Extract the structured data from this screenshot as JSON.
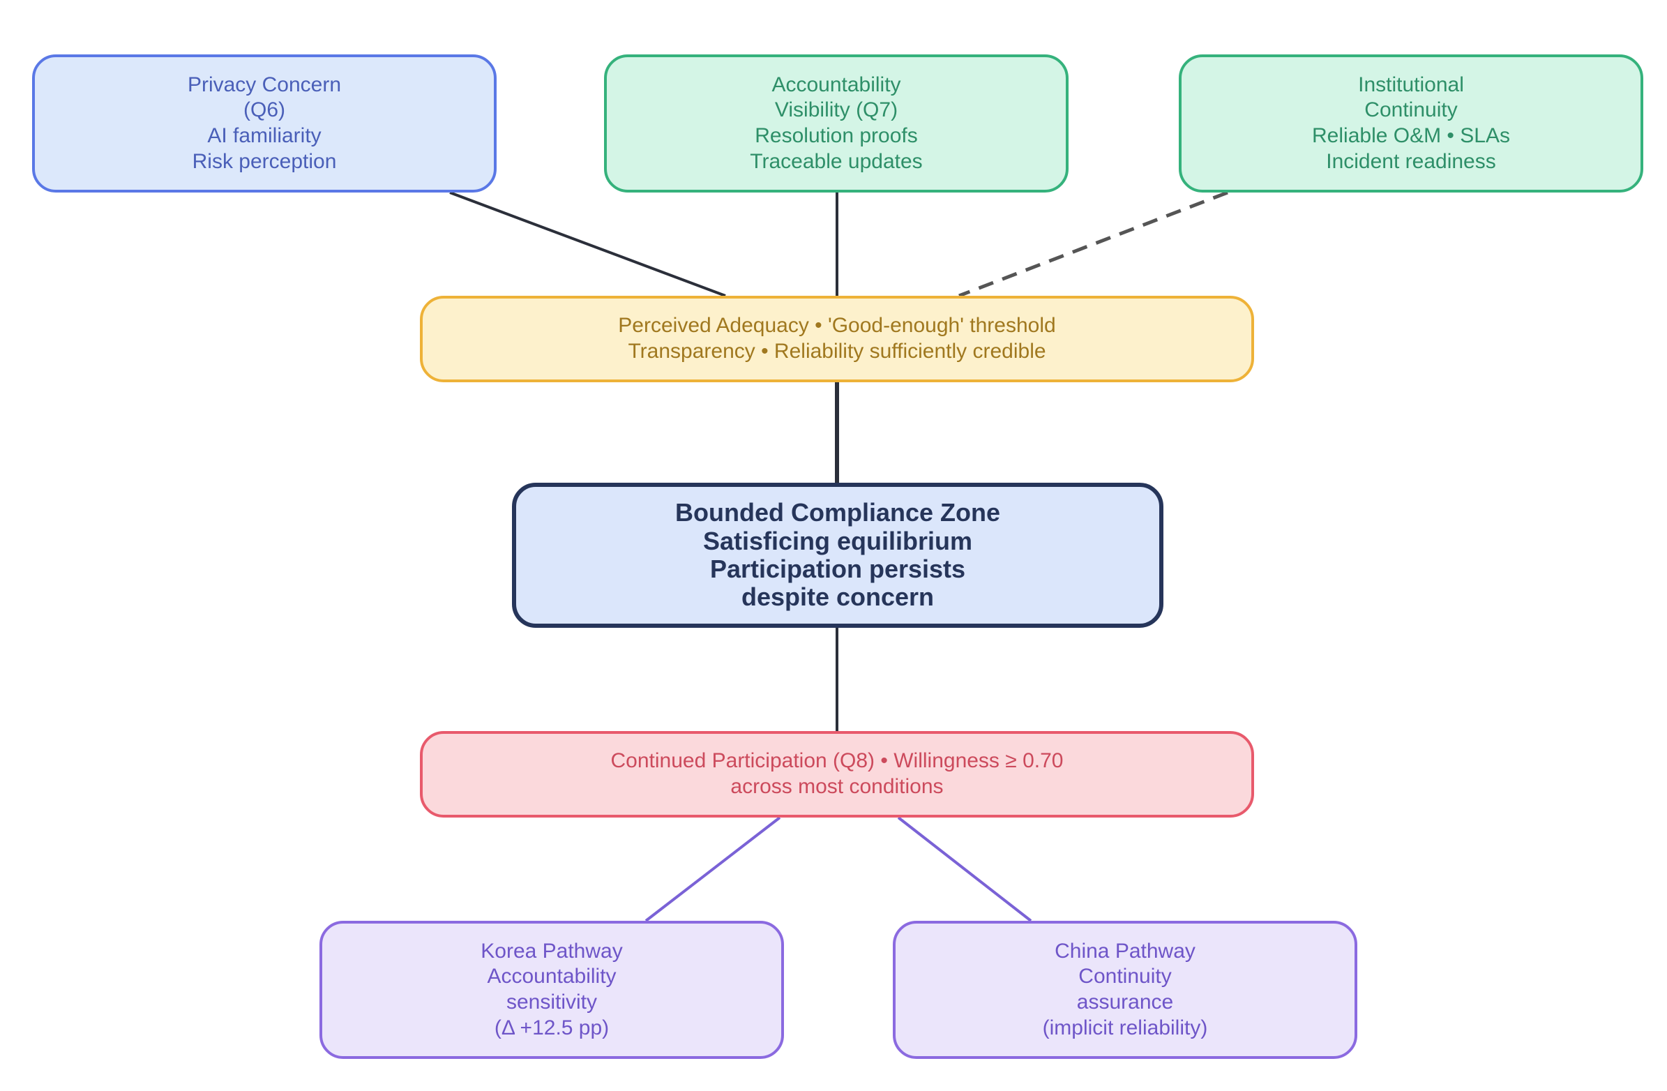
{
  "diagram": {
    "nodes": {
      "privacy": {
        "lines": [
          "Privacy Concern",
          "(Q6)",
          "AI familiarity",
          "Risk perception"
        ]
      },
      "accountability": {
        "lines": [
          "Accountability",
          "Visibility (Q7)",
          "Resolution proofs",
          "Traceable updates"
        ]
      },
      "continuity": {
        "lines": [
          "Institutional",
          "Continuity",
          "Reliable O&M • SLAs",
          "Incident readiness"
        ]
      },
      "adequacy": {
        "lines": [
          "Perceived Adequacy  •  'Good-enough' threshold",
          "Transparency • Reliability sufficiently credible"
        ]
      },
      "bounded": {
        "lines": [
          "Bounded Compliance Zone",
          "Satisficing equilibrium",
          "Participation persists",
          "despite concern"
        ]
      },
      "participation": {
        "lines": [
          "Continued Participation (Q8)  •  Willingness ≥ 0.70",
          "across most conditions"
        ]
      },
      "korea": {
        "lines": [
          "Korea Pathway",
          "Accountability",
          "sensitivity",
          "(Δ +12.5 pp)"
        ]
      },
      "china": {
        "lines": [
          "China Pathway",
          "Continuity",
          "assurance",
          "(implicit reliability)"
        ]
      }
    },
    "colors": {
      "edge_dark": "#2b2f3a",
      "edge_purple": "#7a62d6",
      "edge_dashed": "#555555"
    }
  }
}
